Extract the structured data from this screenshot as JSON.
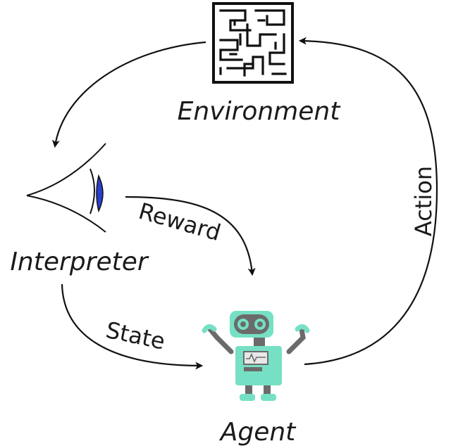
{
  "nodes": {
    "environment": {
      "label": "Environment"
    },
    "interpreter": {
      "label": "Interpreter"
    },
    "agent": {
      "label": "Agent"
    }
  },
  "edges": {
    "reward": {
      "label": "Reward"
    },
    "state": {
      "label": "State"
    },
    "action": {
      "label": "Action"
    }
  },
  "colors": {
    "robot_body": "#76e0c4",
    "robot_dark": "#6b6b6b",
    "eye_iris": "#2a3fd0",
    "line": "#111111"
  },
  "icons": {
    "environment": "maze-icon",
    "interpreter": "eye-icon",
    "agent": "robot-icon"
  }
}
